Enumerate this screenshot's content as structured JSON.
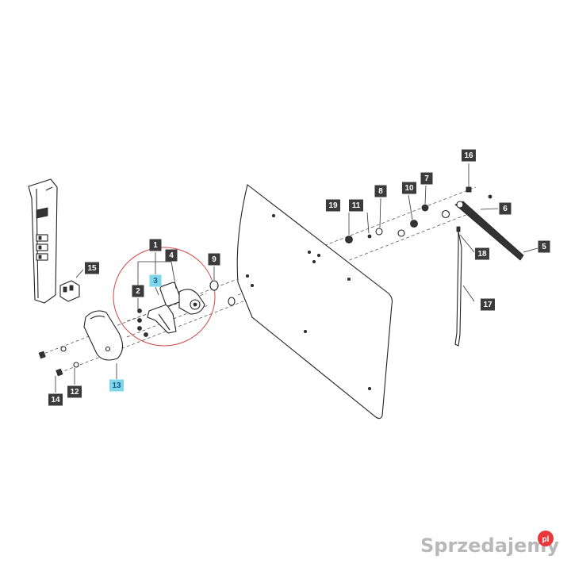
{
  "callouts": [
    {
      "id": "1",
      "highlight": false
    },
    {
      "id": "2",
      "highlight": false
    },
    {
      "id": "3",
      "highlight": true
    },
    {
      "id": "4",
      "highlight": false
    },
    {
      "id": "5",
      "highlight": false
    },
    {
      "id": "6",
      "highlight": false
    },
    {
      "id": "7",
      "highlight": false
    },
    {
      "id": "8",
      "highlight": false
    },
    {
      "id": "9",
      "highlight": false
    },
    {
      "id": "10",
      "highlight": false
    },
    {
      "id": "11",
      "highlight": false
    },
    {
      "id": "12",
      "highlight": false
    },
    {
      "id": "13",
      "highlight": true
    },
    {
      "id": "14",
      "highlight": false
    },
    {
      "id": "15",
      "highlight": false
    },
    {
      "id": "16",
      "highlight": false
    },
    {
      "id": "17",
      "highlight": false
    },
    {
      "id": "18",
      "highlight": false
    },
    {
      "id": "19",
      "highlight": false
    }
  ],
  "colors": {
    "callout_fill": "#3b3b3b",
    "callout_text": "#ffffff",
    "highlight_fill": "#7fd6e8",
    "highlight_text": "#1a5c8a",
    "circle_outline": "#d04848",
    "watermark_gray": "#b8b8b8",
    "watermark_dot": "#e8383a"
  },
  "watermark": {
    "brand": "Sprzedajemy",
    "suffix": "pl"
  }
}
